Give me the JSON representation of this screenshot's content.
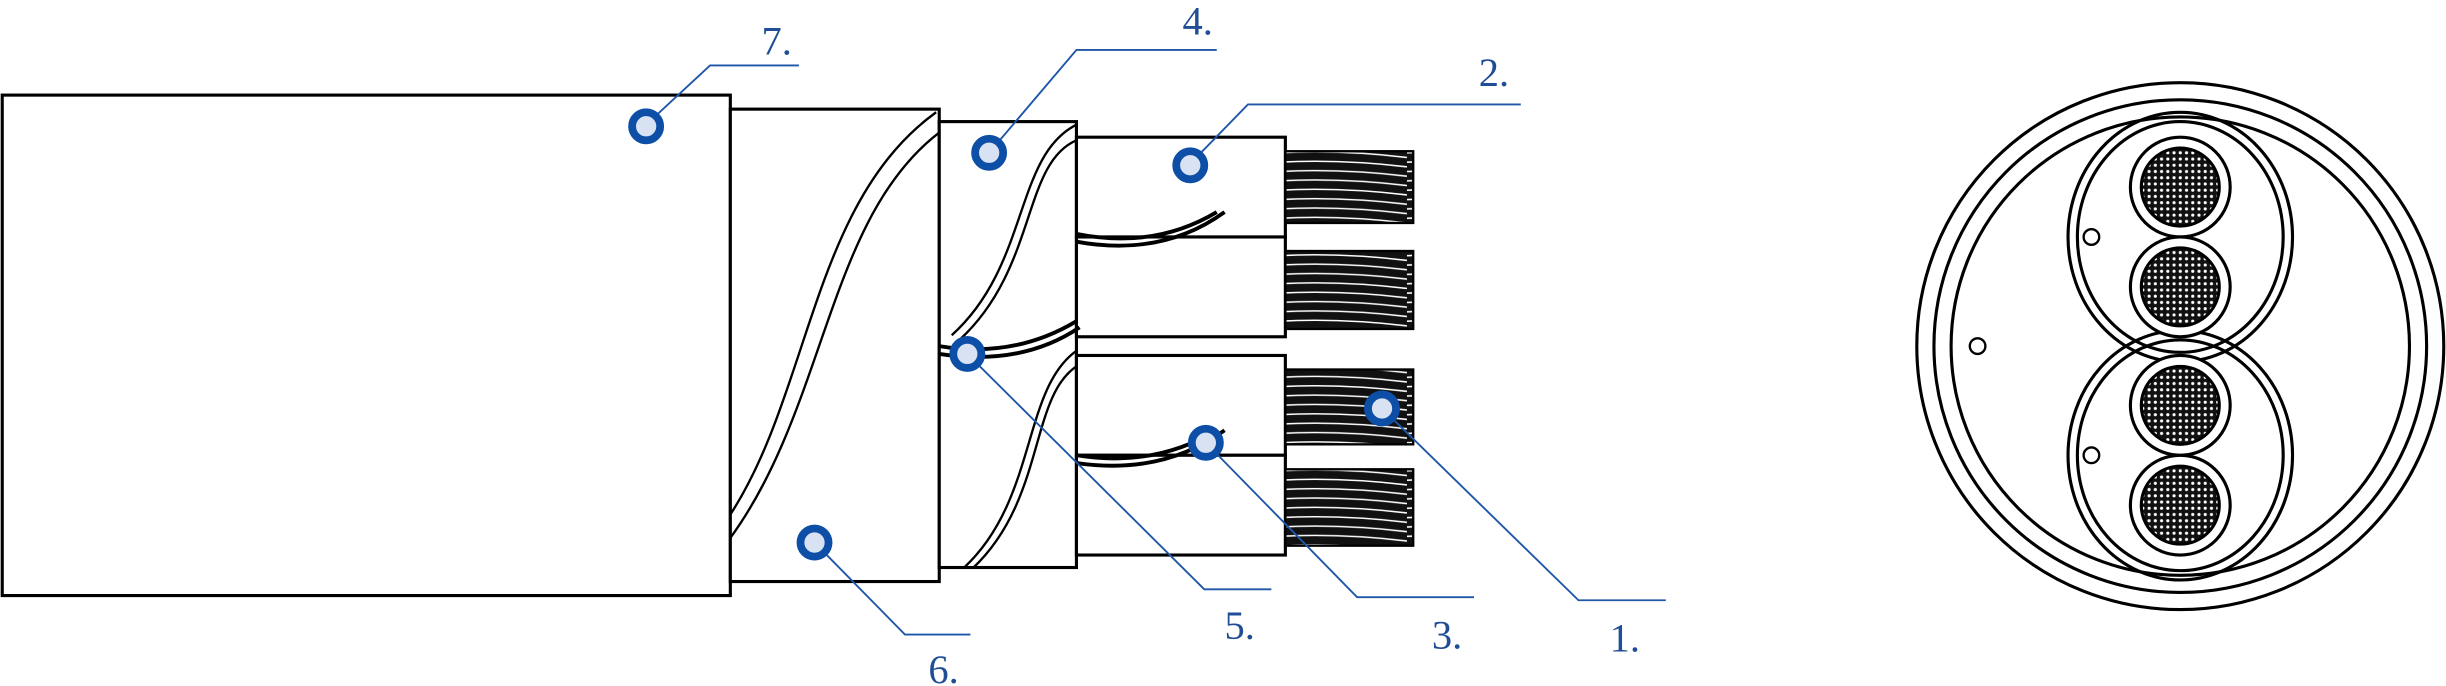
{
  "diagram": {
    "accent_color": "#0d4ea6",
    "callouts": [
      {
        "id": "1",
        "label": "1."
      },
      {
        "id": "2",
        "label": "2."
      },
      {
        "id": "3",
        "label": "3."
      },
      {
        "id": "4",
        "label": "4."
      },
      {
        "id": "5",
        "label": "5."
      },
      {
        "id": "6",
        "label": "6."
      },
      {
        "id": "7",
        "label": "7."
      }
    ]
  }
}
